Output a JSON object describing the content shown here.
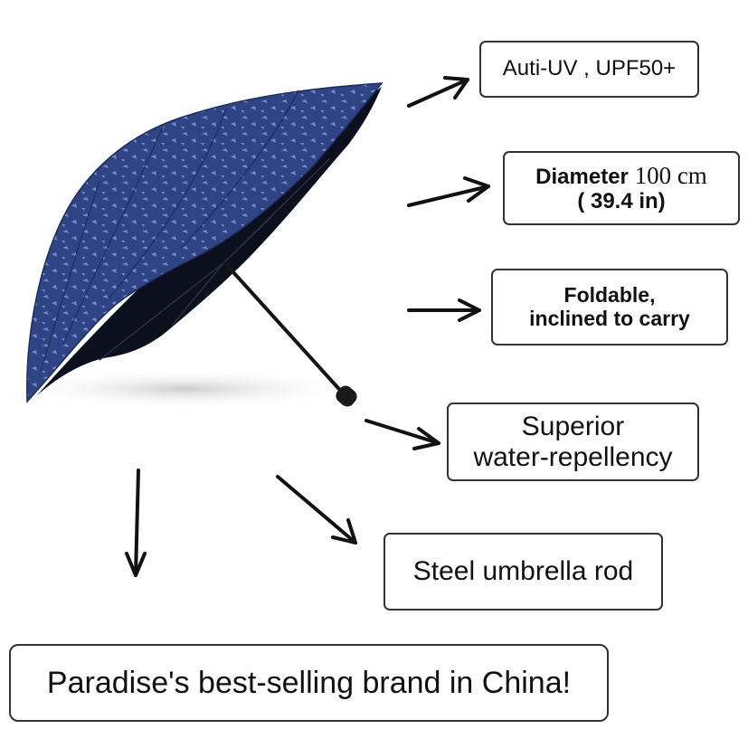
{
  "features": {
    "uv_label": "Auti-UV , UPF50+",
    "diameter_label": "Diameter",
    "diameter_value": "100 cm",
    "diameter_inches": "( 39.4 in)",
    "foldable_line1": "Foldable,",
    "foldable_line2": "inclined to carry",
    "water_line1": "Superior",
    "water_line2": "water-repellency",
    "rod_label": "Steel umbrella rod"
  },
  "brand_banner": "Paradise's best-selling brand in China!",
  "icons": {
    "product": "navy-patterned-umbrella-illustration",
    "pointer": "arrow-icon"
  },
  "colors": {
    "canopy": "#2e4484",
    "canopy_pattern": "#6f86c9",
    "canopy_inside": "#0b0f1e",
    "border": "#333333",
    "arrow": "#111111"
  }
}
